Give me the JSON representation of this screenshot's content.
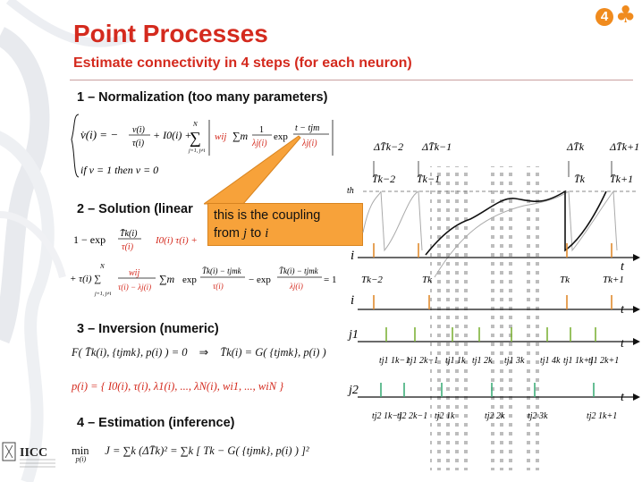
{
  "slide": {
    "title": "Point Processes",
    "subtitle": "Estimate connectivity in 4 steps (for each neuron)",
    "badge_number": "4",
    "badge_symbol": "♣",
    "accent_color": "#d42a1e",
    "badge_color": "#f08b1e"
  },
  "steps": [
    {
      "label": "1 – Normalization (too many parameters)"
    },
    {
      "label": "2 – Solution (linear"
    },
    {
      "label": "3 – Inversion (numeric)"
    },
    {
      "label": "4 – Estimation (inference)"
    }
  ],
  "callout": {
    "line1": "this is the coupling",
    "line2_prefix": "from ",
    "line2_j": "j",
    "line2_mid": " to ",
    "line2_i": "i",
    "color": "#f7a23a"
  },
  "equations": {
    "eq1_lhs": "v̇(i) = −",
    "eq1_frac_num": "v(i)",
    "eq1_frac_den": "τ(i)",
    "eq1_mid": "+ I0(i) +",
    "eq1_sum_top": "N",
    "eq1_sum_bot": "j=1, j≠i",
    "eq1_w": "wij",
    "eq1_inner": "∑m",
    "eq1_norm_num": "1",
    "eq1_norm_den": "λj(i)",
    "eq1_exp": "exp",
    "eq1_exp_num": "t − tjm",
    "eq1_exp_den": "λj(i)",
    "eq1_cond": "if  v = 1  then  v = 0",
    "eq2_a": "1 − exp",
    "eq2_a_num": "T̄k(i)",
    "eq2_a_den": "τ(i)",
    "eq2_b": "I0(i) τ(i) +",
    "eq2_c": "+ τ(i) ∑",
    "eq2_c_top": "N",
    "eq2_c_bot": "j=1, j≠i",
    "eq2_w_num": "wij",
    "eq2_w_den": "τ(i) − λj(i)",
    "eq2_sum_m": "∑m",
    "eq2_exp1": "exp",
    "eq2_exp1_num": "T̄k(i) − tjmk",
    "eq2_exp1_den": "τ(i)",
    "eq2_minus": "− exp",
    "eq2_exp2_num": "T̄k(i) − tjmk",
    "eq2_exp2_den": "λj(i)",
    "eq2_eq": "= 1",
    "eq3_a": "F( T̄k(i), {tjmk}, p(i) ) = 0",
    "eq3_arrow": "⇒",
    "eq3_b": "T̄k(i) = G( {tjmk}, p(i) )",
    "eq3_p": "p(i) = { I0(i), τ(i), λ1(i), ..., λN(i), wi1, ..., wiN }",
    "eq4_min": "min",
    "eq4_min_sub": "p(i)",
    "eq4_J": "J = ∑k (ΔT̄k)² = ∑k [ Tk − G( {tjmk}, p(i) ) ]²"
  },
  "figure": {
    "top_labels": [
      "ΔT̄k−2",
      "ΔT̄k−1",
      "ΔT̄k",
      "ΔT̄k+1"
    ],
    "bar_labels": [
      "T̄k−2",
      "T̄k−1",
      "T̄k",
      "T̄k+1"
    ],
    "th_label": "th",
    "row_labels": [
      "i",
      "i",
      "j1",
      "j2"
    ],
    "axis_label": "t",
    "Tk_labels": [
      "Tk−2",
      "Tk",
      "Tk",
      "Tk+1"
    ],
    "j1_spikes": [
      "tj1 1k−1",
      "tj1 2k−1",
      "tj1 1k",
      "tj1 2k",
      "tj1 3k",
      "tj1 4k",
      "tj1 1k+1",
      "tj1 2k+1"
    ],
    "j2_spikes": [
      "tj2 1k−1",
      "tj2 2k−1",
      "tj2 1k",
      "tj2 2k",
      "tj2 3k",
      "tj2 1k+1"
    ]
  }
}
